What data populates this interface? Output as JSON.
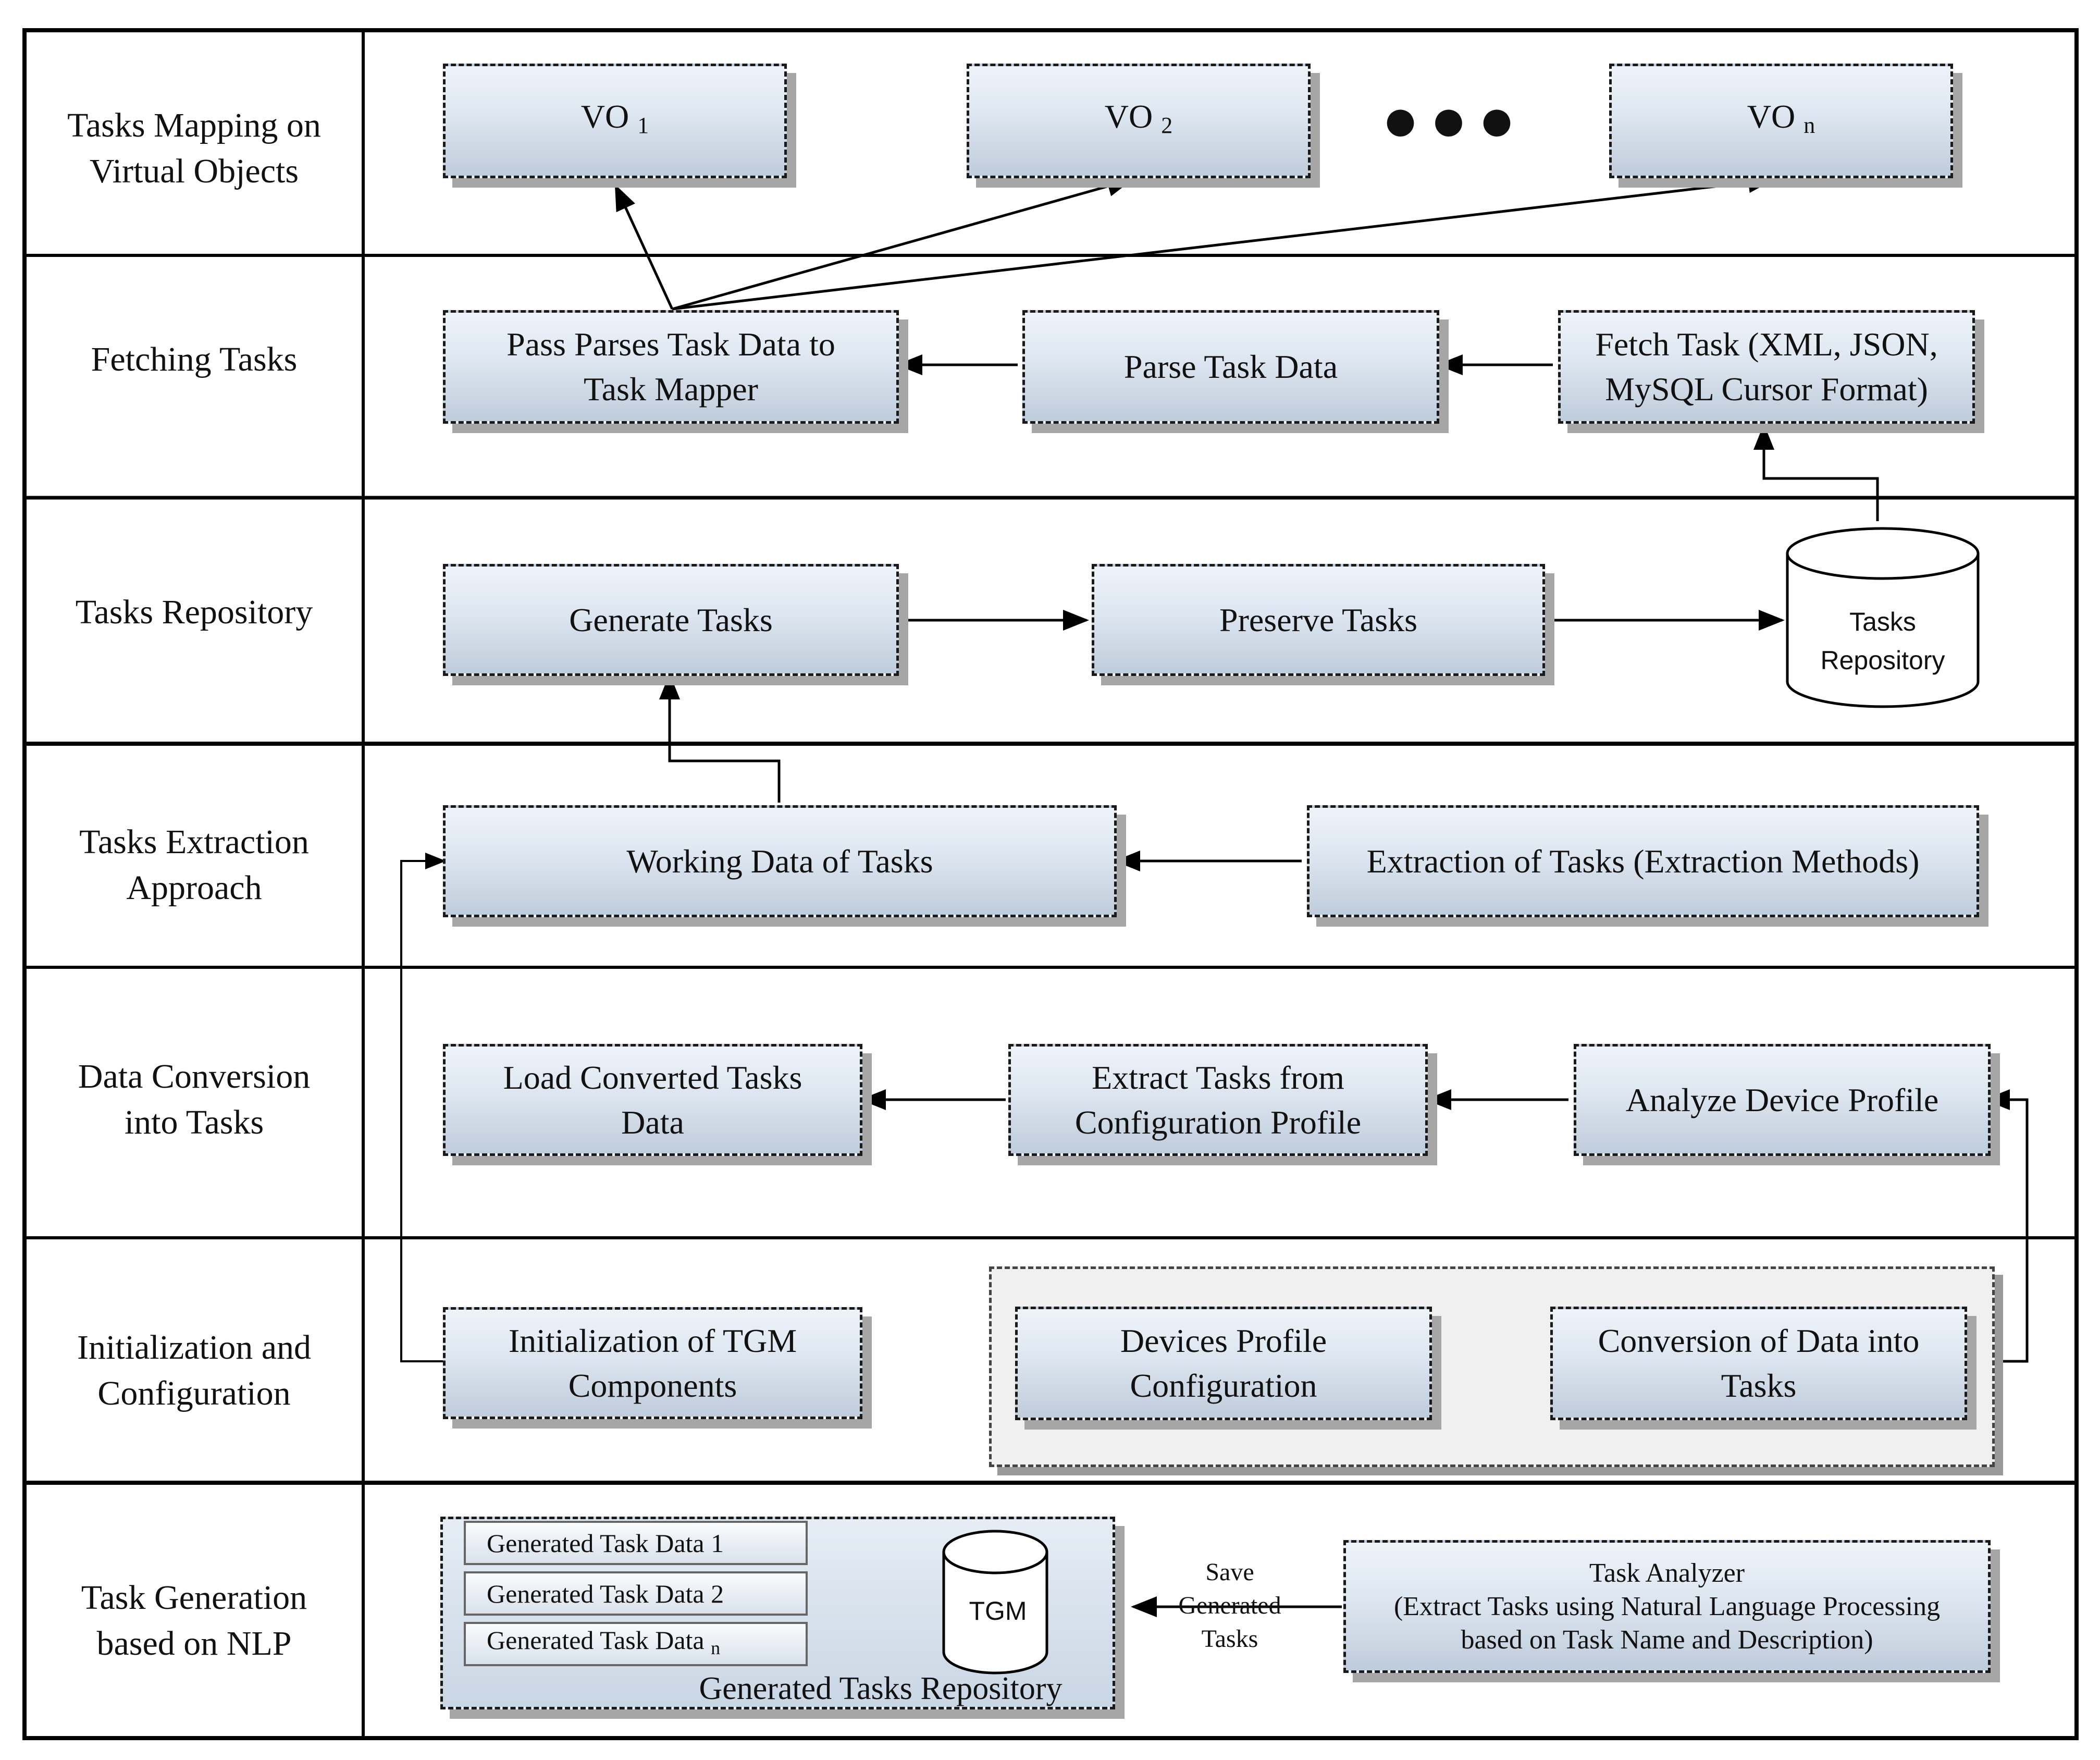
{
  "stages": {
    "mapping": "Tasks Mapping on Virtual Objects",
    "fetching": "Fetching Tasks",
    "repository": "Tasks Repository",
    "extraction": "Tasks Extraction Approach",
    "conversion": "Data Conversion into Tasks",
    "initialization": "Initialization and Configuration",
    "generation": "Task Generation based on NLP"
  },
  "mapping": {
    "vo1": "VO",
    "vo1_sub": "1",
    "vo2": "VO",
    "vo2_sub": "2",
    "von": "VO",
    "von_sub": "n",
    "ellipsis": "●●●"
  },
  "fetching": {
    "pass_line1": "Pass Parses Task Data to",
    "pass_line2": "Task Mapper",
    "parse": "Parse Task Data",
    "fetch_line1": "Fetch Task (XML, JSON,",
    "fetch_line2": "MySQL Cursor Format)"
  },
  "repository": {
    "generate": "Generate Tasks",
    "preserve": "Preserve Tasks",
    "db_line1": "Tasks",
    "db_line2": "Repository"
  },
  "extraction": {
    "working": "Working Data of Tasks",
    "methods": "Extraction of Tasks (Extraction Methods)"
  },
  "conversion": {
    "load_line1": "Load Converted Tasks",
    "load_line2": "Data",
    "extract_line1": "Extract Tasks from",
    "extract_line2": "Configuration Profile",
    "analyze": "Analyze Device Profile"
  },
  "initialization": {
    "tgm_line1": "Initialization of TGM",
    "tgm_line2": "Components",
    "devices_line1": "Devices Profile",
    "devices_line2": "Configuration",
    "conv_line1": "Conversion of Data into",
    "conv_line2": "Tasks"
  },
  "generation": {
    "data1": "Generated Task Data 1",
    "data2": "Generated Task Data 2",
    "datan": "Generated Task Data",
    "datan_sub": "n",
    "tgm": "TGM",
    "repo_label": "Generated Tasks Repository",
    "save_line1": "Save",
    "save_line2": "Generated",
    "save_line3": "Tasks",
    "analyzer_line1": "Task Analyzer",
    "analyzer_line2": "(Extract Tasks using Natural Language Processing",
    "analyzer_line3": "based on Task Name and Description)"
  }
}
